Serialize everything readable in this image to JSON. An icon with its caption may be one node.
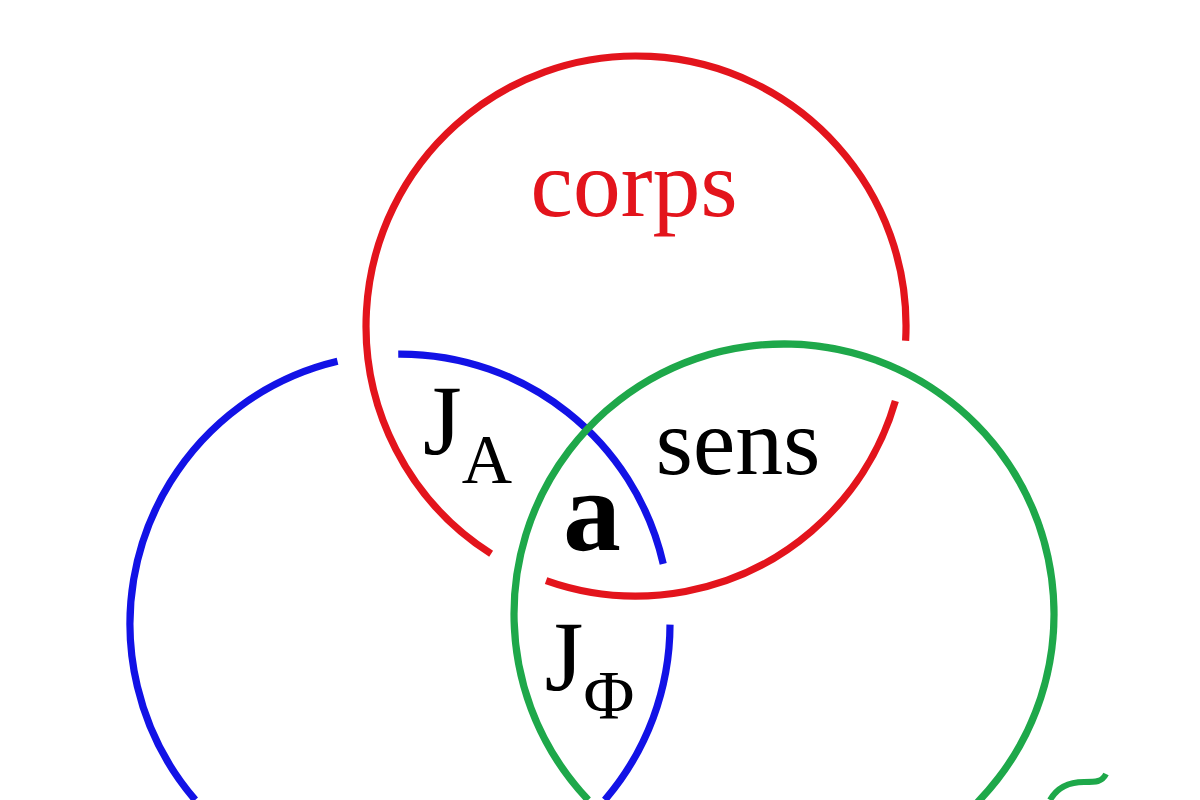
{
  "diagram": {
    "nodes": [
      {
        "text": [
          "corps"
        ]
      },
      {
        "text": [],
        "shape": "circle"
      },
      {
        "text": [],
        "shape": "circle"
      }
    ],
    "labels": [
      "J$_{A}$",
      "sens",
      "a",
      "J$_{Φ}$"
    ]
  }
}
